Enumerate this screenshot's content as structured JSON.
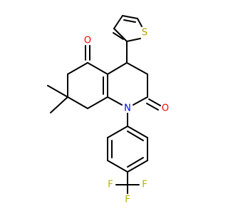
{
  "colors": {
    "bond": "#000000",
    "oxygen": "#ff0000",
    "nitrogen": "#0000ff",
    "sulfur": "#b2a000",
    "fluorine": "#b3b300"
  },
  "atoms": {
    "o_ketone": "O",
    "o_amide": "O",
    "n_ring": "N",
    "s_thiophene": "S",
    "f1": "F",
    "f2": "F",
    "f3": "F"
  }
}
